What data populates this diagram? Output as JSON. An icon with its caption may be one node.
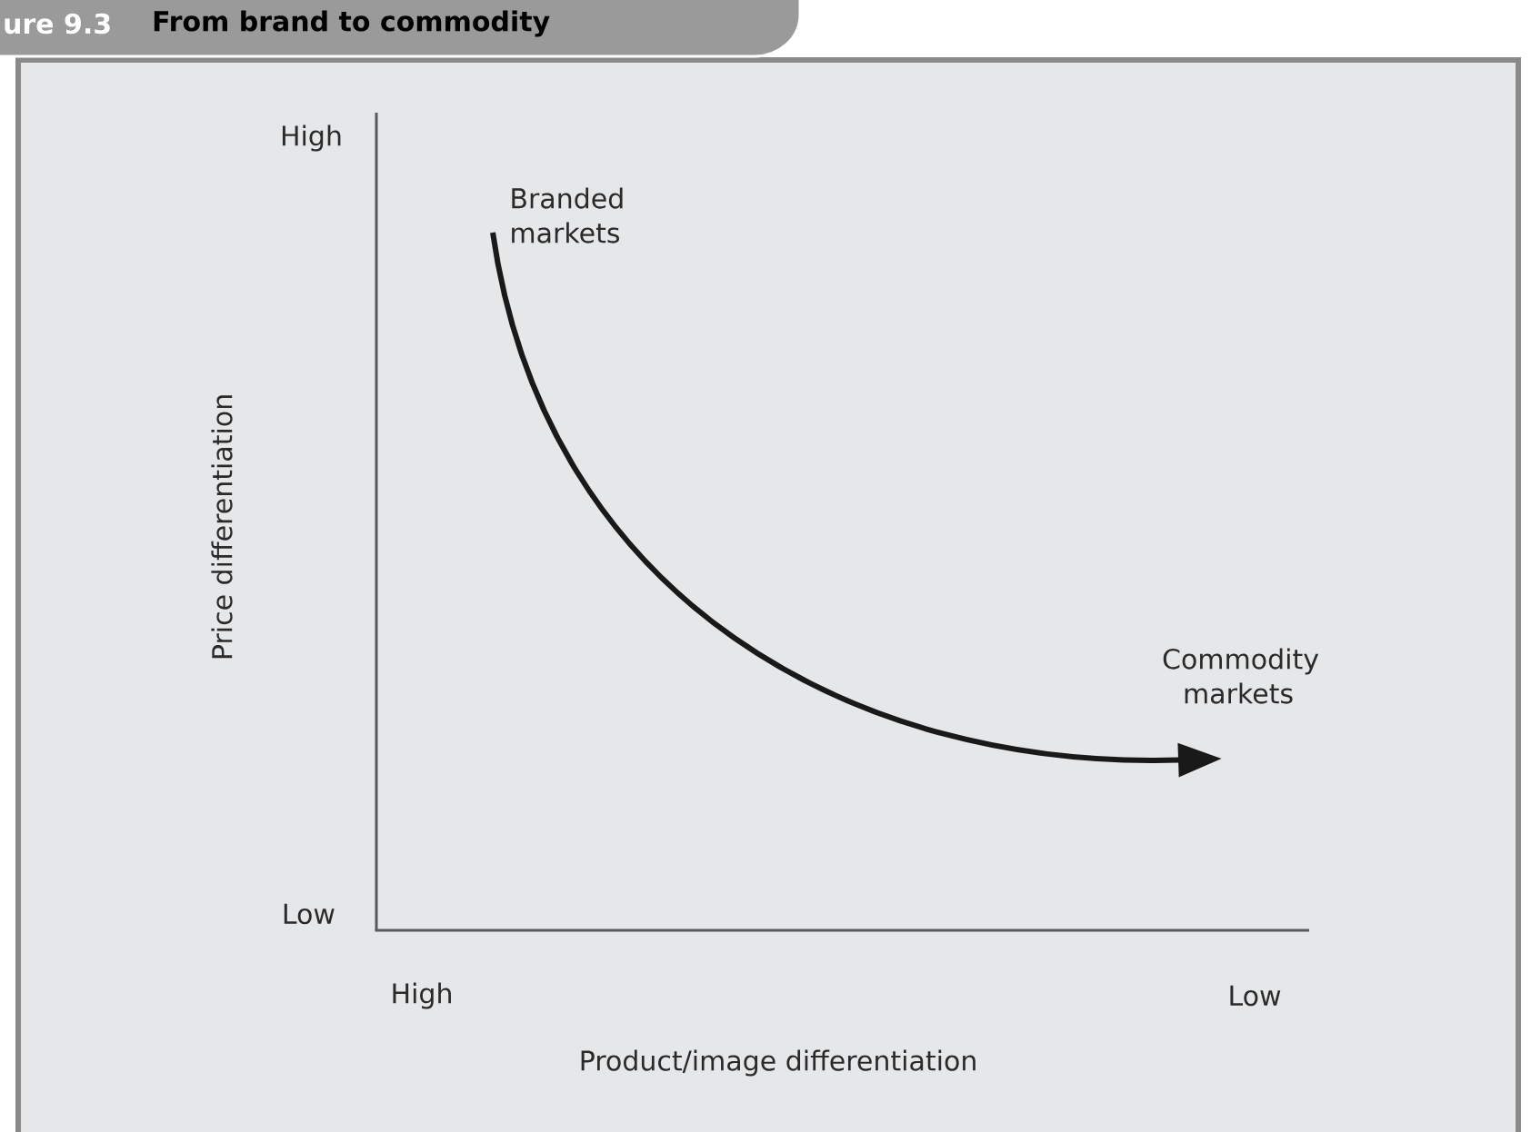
{
  "diagram": {
    "title": "From brand to commodity",
    "nodes": [
      {
        "text": [
          "Branded markets"
        ]
      },
      {
        "text": [
          "Commodity markets"
        ]
      }
    ],
    "edges": [
      {
        "from": 0,
        "to": 1,
        "arrow": "to"
      }
    ],
    "labels": [
      "ure 9.3",
      "High",
      "Low",
      "Price differentiation",
      "High",
      "Low",
      "Product/image differentiation"
    ]
  }
}
